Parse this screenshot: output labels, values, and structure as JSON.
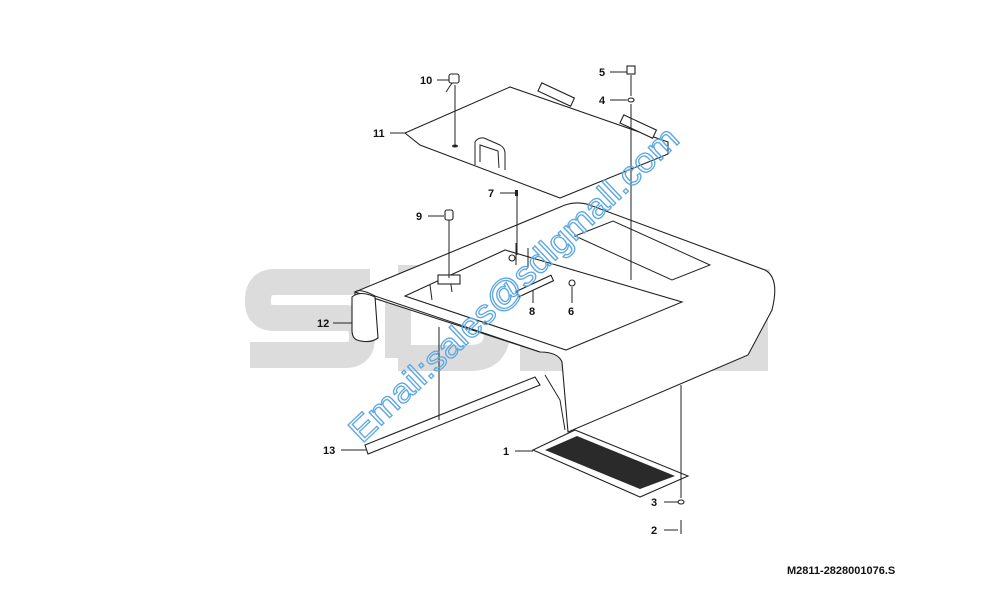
{
  "watermark": {
    "logo_text": "SDLG",
    "email": "Email:sales@sdlgmall.com",
    "logo_color": "#dcdcdc",
    "email_color": "#5ea8e2"
  },
  "drawing_code": "M2811-2828001076.S",
  "callouts": [
    {
      "id": "1",
      "label": "1"
    },
    {
      "id": "2",
      "label": "2"
    },
    {
      "id": "3",
      "label": "3"
    },
    {
      "id": "4",
      "label": "4"
    },
    {
      "id": "5",
      "label": "5"
    },
    {
      "id": "6",
      "label": "6"
    },
    {
      "id": "7",
      "label": "7"
    },
    {
      "id": "8",
      "label": "8"
    },
    {
      "id": "9",
      "label": "9"
    },
    {
      "id": "10",
      "label": "10"
    },
    {
      "id": "11",
      "label": "11"
    },
    {
      "id": "12",
      "label": "12"
    },
    {
      "id": "13",
      "label": "13"
    }
  ]
}
